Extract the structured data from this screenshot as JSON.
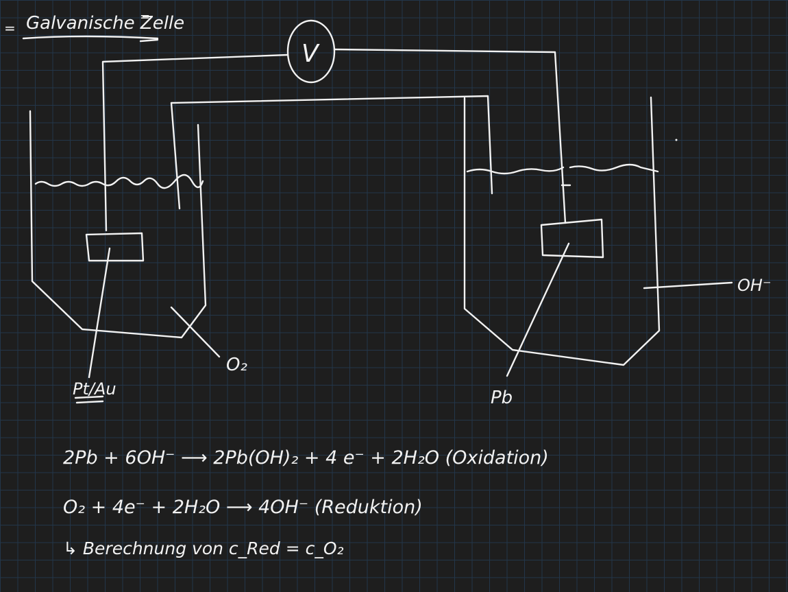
{
  "title": "Galvanische Zelle",
  "title_marker": "=",
  "voltmeter_symbol": "V",
  "labels": {
    "left_electrode": "Pt/Au",
    "left_gas": "O₂",
    "right_electrode": "Pb",
    "right_ion": "OH⁻"
  },
  "equations": {
    "oxidation": "2Pb + 6OH⁻ ⟶ 2Pb(OH)₂ + 4 e⁻  + 2H₂O  (Oxidation)",
    "reduction": "O₂ + 4e⁻ + 2H₂O ⟶ 4OH⁻  (Reduktion)",
    "note": "↳ Berechnung von c_Red = c_O₂"
  },
  "colors": {
    "background": "#1e1e1e",
    "grid": "#23364a",
    "ink": "#f2f2f2"
  }
}
